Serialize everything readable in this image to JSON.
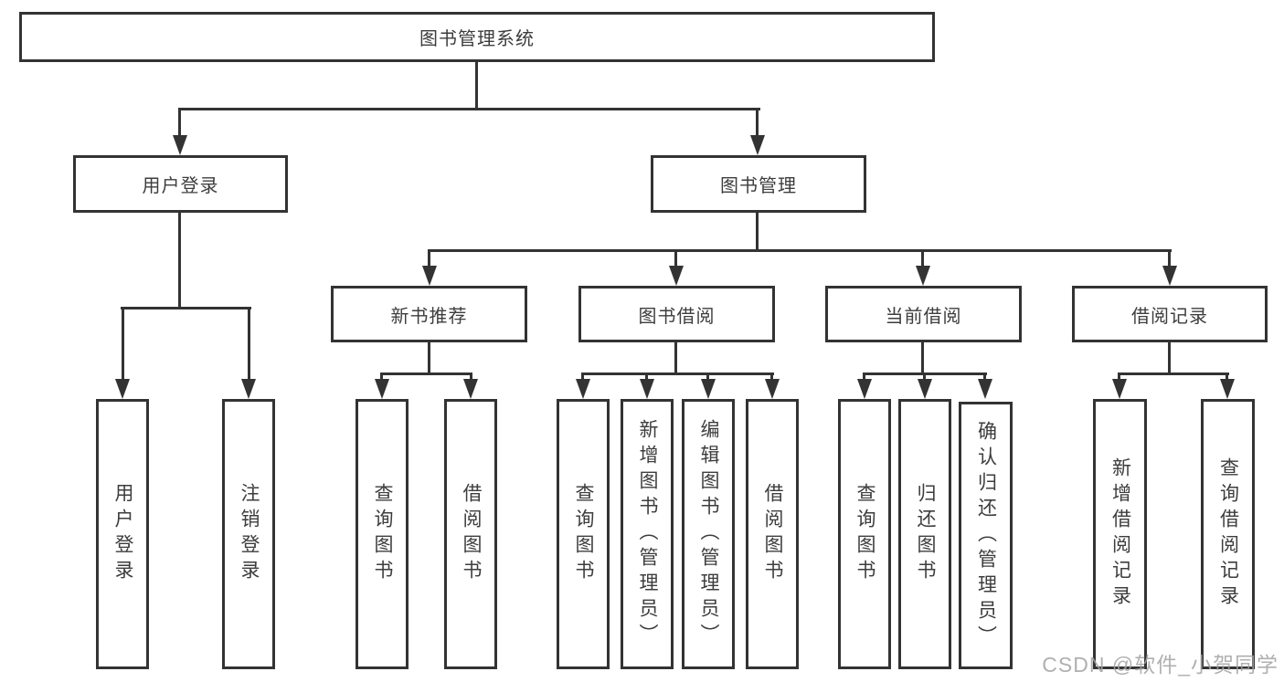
{
  "diagram": {
    "title": "图书管理系统",
    "root": {
      "label": "图书管理系统"
    },
    "level2": [
      {
        "label": "用户登录"
      },
      {
        "label": "图书管理"
      }
    ],
    "level3": [
      {
        "label": "新书推荐"
      },
      {
        "label": "图书借阅"
      },
      {
        "label": "当前借阅"
      },
      {
        "label": "借阅记录"
      }
    ],
    "leaves": {
      "user_login": [
        "用户登录",
        "注销登录"
      ],
      "new_books": [
        "查询图书",
        "借阅图书"
      ],
      "book_borrow": [
        "查询图书",
        "新增图书（管理员）",
        "编辑图书（管理员）",
        "借阅图书"
      ],
      "current_borrow": [
        "查询图书",
        "归还图书",
        "确认归还（管理员）"
      ],
      "borrow_records": [
        "新增借阅记录",
        "查询借阅记录"
      ]
    },
    "watermark": "CSDN @软件_小贺同学",
    "colors": {
      "line": "#333333",
      "text": "#3d3d3d",
      "background": "#ffffff",
      "watermark": "#a3a3a3"
    }
  }
}
